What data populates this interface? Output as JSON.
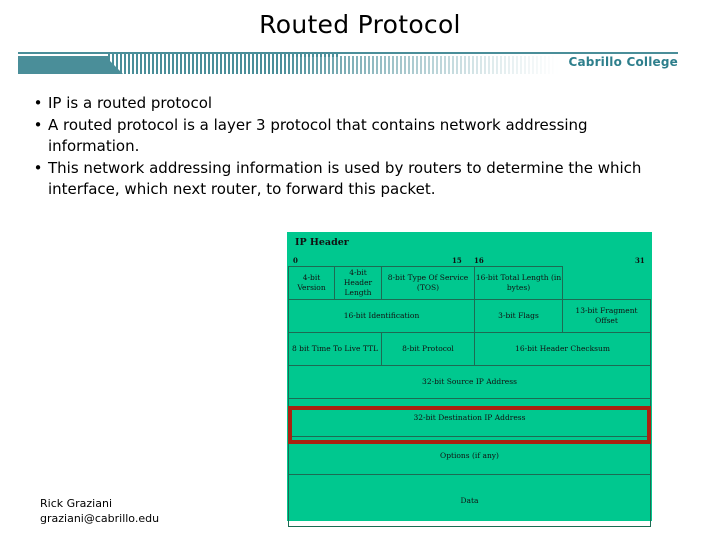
{
  "slide": {
    "title": "Routed Protocol",
    "banner_label": "Cabrillo College",
    "accent_color": "#4a8e99",
    "banner_text_color": "#2e7f8c"
  },
  "bullets": [
    {
      "marker": "•",
      "text": "IP is a routed protocol"
    },
    {
      "marker": "•",
      "text": "A routed protocol is a layer 3 protocol that contains network addressing information."
    },
    {
      "marker": "•",
      "text": "This network addressing information is used by routers to determine the which interface, which next router, to forward this packet."
    }
  ],
  "diagram": {
    "title": "IP Header",
    "background_color": "#00c88f",
    "highlight_color": "#aa2211",
    "bit_marks": {
      "start": "0",
      "mid_end": "15",
      "mid_start": "16",
      "end": "31"
    },
    "rows": [
      {
        "cells": [
          {
            "label": "4-bit Version"
          },
          {
            "label": "4-bit Header Length"
          },
          {
            "label": "8-bit Type Of Service (TOS)"
          },
          {
            "label": "16-bit Total Length (in bytes)"
          }
        ]
      },
      {
        "cells": [
          {
            "label": "16-bit Identification"
          },
          {
            "label": "3-bit Flags"
          },
          {
            "label": "13-bit Fragment Offset"
          }
        ]
      },
      {
        "cells": [
          {
            "label": "8 bit Time To Live TTL"
          },
          {
            "label": "8-bit Protocol"
          },
          {
            "label": "16-bit Header Checksum"
          }
        ]
      },
      {
        "cells": [
          {
            "label": "32-bit Source IP Address"
          }
        ]
      },
      {
        "cells": [
          {
            "label": "32-bit Destination IP Address"
          }
        ]
      },
      {
        "cells": [
          {
            "label": "Options (if any)"
          }
        ]
      },
      {
        "cells": [
          {
            "label": "Data"
          }
        ]
      }
    ]
  },
  "footer": {
    "name": "Rick Graziani",
    "email": "graziani@cabrillo.edu"
  }
}
